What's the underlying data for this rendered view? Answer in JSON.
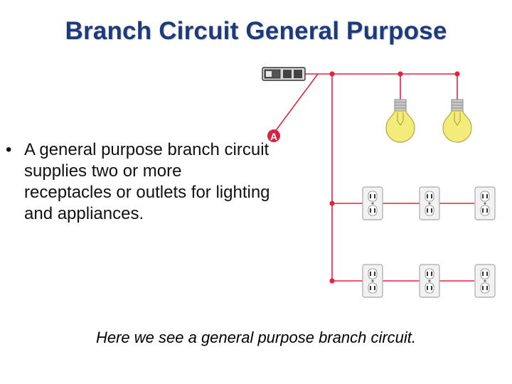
{
  "slide": {
    "title": "Branch Circuit General Purpose",
    "bullet_symbol": "•",
    "bullet_text": "A general purpose branch circuit supplies two or more receptacles or outlets for lighting and appliances.",
    "caption": "Here we see a general purpose branch circuit."
  },
  "diagram": {
    "callout_label": "A",
    "wire_color": "#e0243c",
    "bulb_color": "#f4ec7a",
    "icons": [
      "breaker-panel-icon",
      "light-bulb-icon",
      "light-bulb-icon",
      "duplex-receptacle-icon",
      "duplex-receptacle-icon",
      "duplex-receptacle-icon",
      "duplex-receptacle-icon",
      "duplex-receptacle-icon",
      "duplex-receptacle-icon"
    ]
  }
}
